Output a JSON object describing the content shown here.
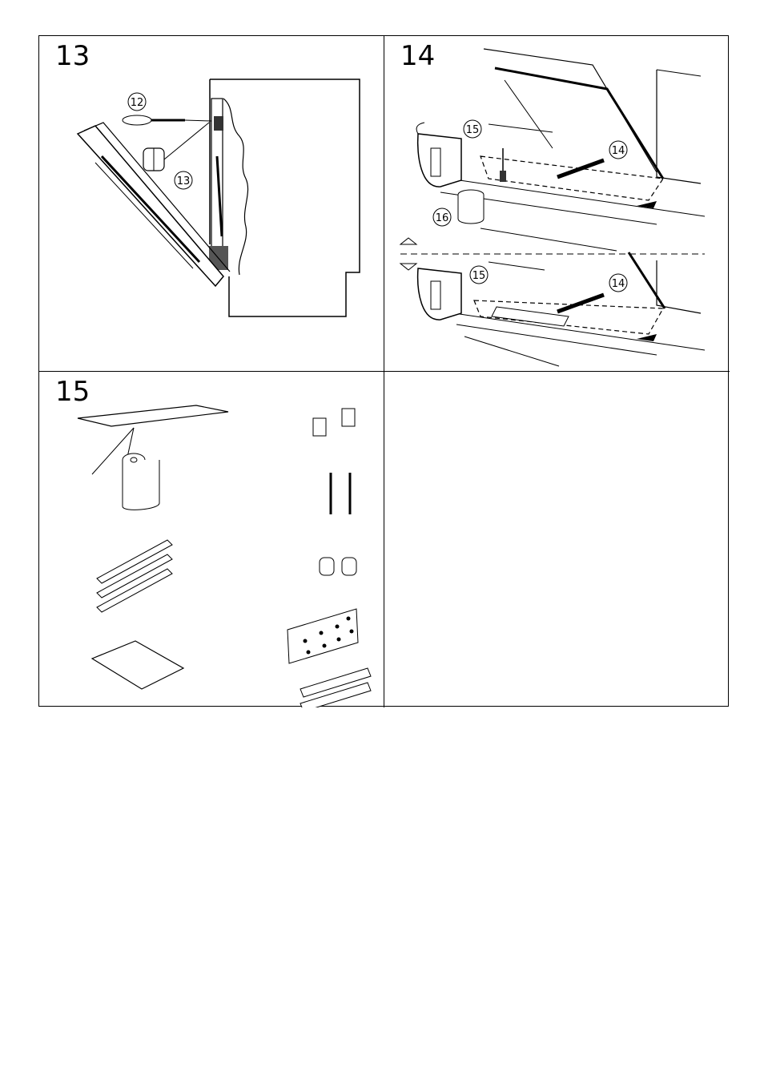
{
  "steps": [
    {
      "number": "13",
      "callouts": [
        "12",
        "13"
      ]
    },
    {
      "number": "14",
      "callouts": [
        "15",
        "14",
        "16",
        "15",
        "14"
      ]
    },
    {
      "number": "15"
    }
  ]
}
